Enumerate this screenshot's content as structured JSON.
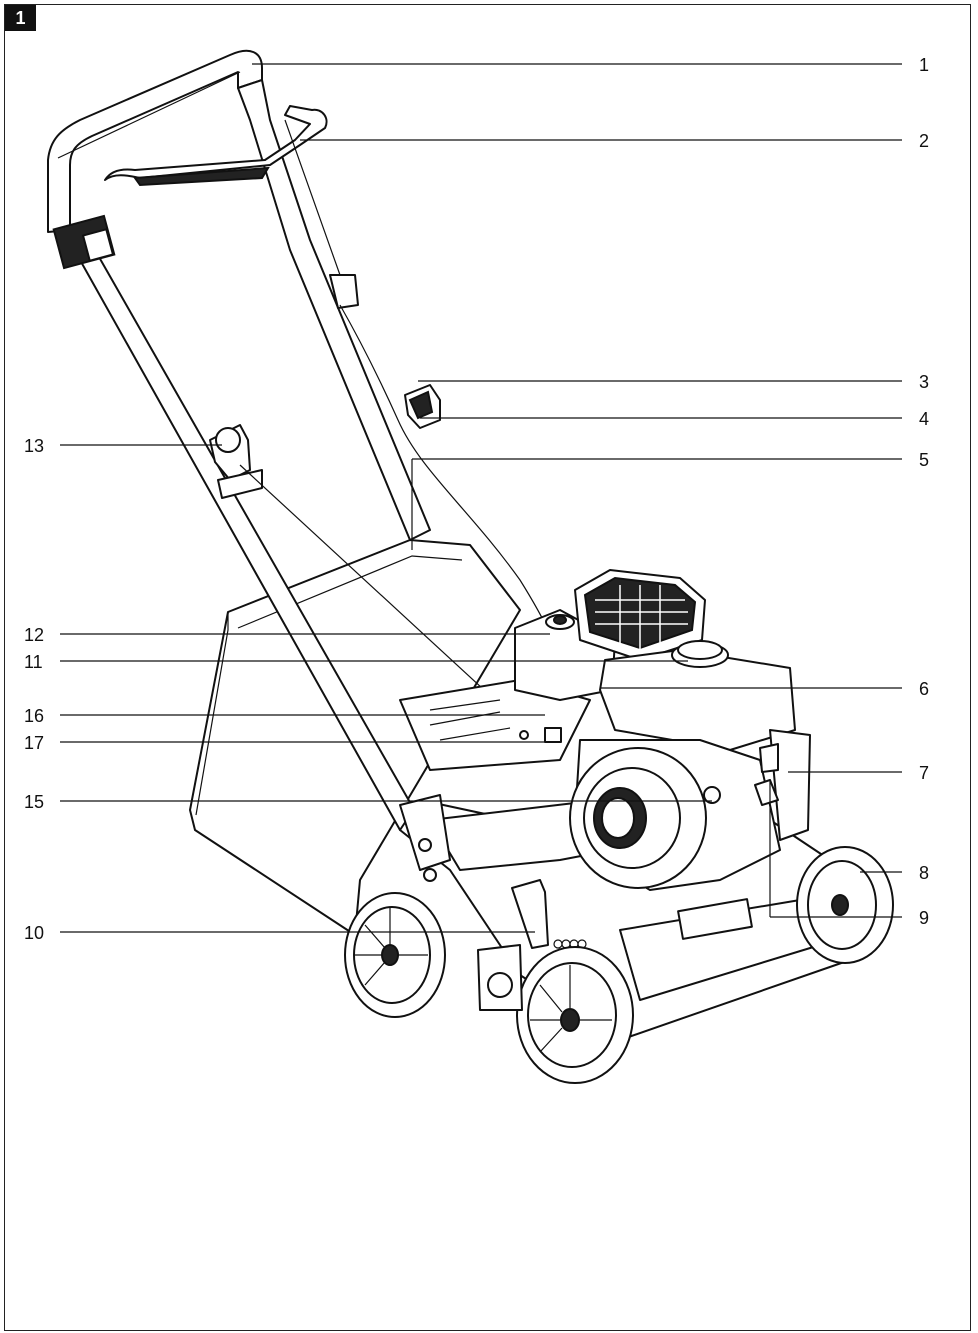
{
  "figure": {
    "badge": "1"
  },
  "callouts": [
    {
      "label": "1",
      "side": "right"
    },
    {
      "label": "2",
      "side": "right"
    },
    {
      "label": "3",
      "side": "right"
    },
    {
      "label": "4",
      "side": "right"
    },
    {
      "label": "5",
      "side": "right"
    },
    {
      "label": "6",
      "side": "right"
    },
    {
      "label": "7",
      "side": "right"
    },
    {
      "label": "8",
      "side": "right"
    },
    {
      "label": "9",
      "side": "right"
    },
    {
      "label": "10",
      "side": "left"
    },
    {
      "label": "11",
      "side": "left"
    },
    {
      "label": "12",
      "side": "left"
    },
    {
      "label": "13",
      "side": "left"
    },
    {
      "label": "15",
      "side": "left"
    },
    {
      "label": "16",
      "side": "left"
    },
    {
      "label": "17",
      "side": "left"
    }
  ]
}
